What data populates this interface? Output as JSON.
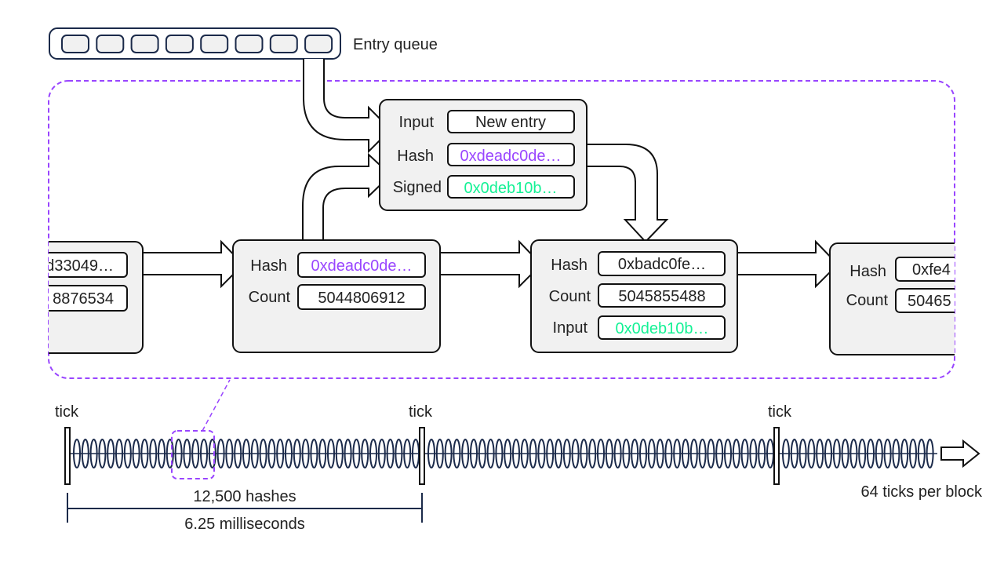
{
  "colors": {
    "purple": "#9945FF",
    "green": "#14F195",
    "navy": "#1b2a4a"
  },
  "queue": {
    "label": "Entry queue",
    "slots": 8
  },
  "entry": {
    "rows": [
      {
        "label": "Input",
        "value": "New entry",
        "color": "#222222"
      },
      {
        "label": "Hash",
        "value": "0xdeadc0de…",
        "color": "#9945FF"
      },
      {
        "label": "Signed",
        "value": "0x0deb10b…",
        "color": "#14F195"
      }
    ]
  },
  "blocks": [
    {
      "rows": [
        {
          "label": "",
          "value": "d33049…",
          "color": "#222222"
        },
        {
          "label": "",
          "value": "8876534",
          "color": "#222222"
        }
      ]
    },
    {
      "rows": [
        {
          "label": "Hash",
          "value": "0xdeadc0de…",
          "color": "#9945FF"
        },
        {
          "label": "Count",
          "value": "5044806912",
          "color": "#222222"
        }
      ]
    },
    {
      "rows": [
        {
          "label": "Hash",
          "value": "0xbadc0fe…",
          "color": "#222222"
        },
        {
          "label": "Count",
          "value": "5045855488",
          "color": "#222222"
        },
        {
          "label": "Input",
          "value": "0x0deb10b…",
          "color": "#14F195"
        }
      ]
    },
    {
      "rows": [
        {
          "label": "Hash",
          "value": "0xfe4",
          "color": "#222222"
        },
        {
          "label": "Count",
          "value": "50465",
          "color": "#222222"
        }
      ]
    }
  ],
  "timeline": {
    "tick_label": "tick",
    "tick_labels": [
      "tick",
      "tick",
      "tick"
    ],
    "per_block": "64 ticks per block",
    "hashes": "12,500 hashes",
    "duration": "6.25 milliseconds"
  }
}
